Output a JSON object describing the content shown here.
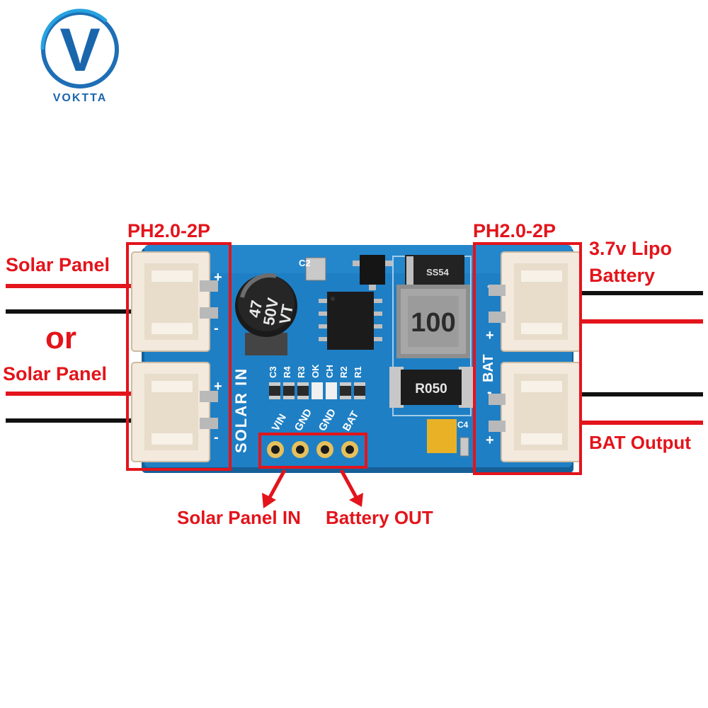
{
  "brand": {
    "logo_letter": "V",
    "name": "VOKTTA"
  },
  "labels": {
    "connector_left": "PH2.0-2P",
    "connector_right": "PH2.0-2P",
    "solar_panel_top": "Solar Panel",
    "or": "or",
    "solar_panel_bottom": "Solar Panel",
    "lipo_line1": "3.7v Lipo",
    "lipo_line2": "Battery",
    "bat_output": "BAT Output",
    "solar_panel_in": "Solar Panel IN",
    "battery_out": "Battery OUT"
  },
  "silkscreen": {
    "solar_in": "SOLAR IN",
    "bat": "BAT",
    "plus": "+",
    "minus": "-",
    "pins": [
      "VIN",
      "GND",
      "GND",
      "BAT"
    ],
    "refs": [
      "C3",
      "R4",
      "R3",
      "OK",
      "CH",
      "R2",
      "R1"
    ],
    "c2": "C2",
    "c4": "C4"
  },
  "components": {
    "capacitor": [
      "47",
      "50V",
      "VT"
    ],
    "inductor": "100",
    "shunt": "R050",
    "diode": "SS54"
  },
  "colors": {
    "pcb": "#1f7fc4",
    "annotation_red": "#e3141b",
    "wire_red": "#e3141b",
    "wire_black": "#111111",
    "connector": "#f3e9dc"
  }
}
